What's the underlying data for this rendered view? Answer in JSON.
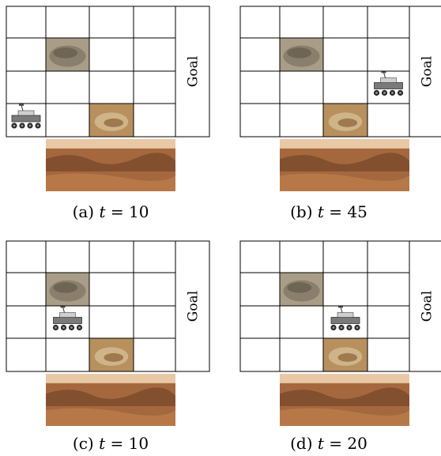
{
  "goal_label": "Goal",
  "panels": [
    {
      "id": "a",
      "caption_prefix": "(a)",
      "t_var": "t",
      "t_eq": "= 10",
      "rocks": [
        {
          "row": 1,
          "col": 1,
          "kind": "boulder"
        },
        {
          "row": 3,
          "col": 2,
          "kind": "crater"
        }
      ],
      "rover": {
        "row": 3,
        "col": 0
      }
    },
    {
      "id": "b",
      "caption_prefix": "(b)",
      "t_var": "t",
      "t_eq": "= 45",
      "rocks": [
        {
          "row": 1,
          "col": 1,
          "kind": "boulder"
        },
        {
          "row": 3,
          "col": 2,
          "kind": "crater"
        }
      ],
      "rover": {
        "row": 2,
        "col": 3
      }
    },
    {
      "id": "c",
      "caption_prefix": "(c)",
      "t_var": "t",
      "t_eq": "= 10",
      "rocks": [
        {
          "row": 1,
          "col": 1,
          "kind": "boulder"
        },
        {
          "row": 3,
          "col": 2,
          "kind": "crater"
        }
      ],
      "rover": {
        "row": 2,
        "col": 1
      }
    },
    {
      "id": "d",
      "caption_prefix": "(d)",
      "t_var": "t",
      "t_eq": "= 20",
      "rocks": [
        {
          "row": 1,
          "col": 1,
          "kind": "boulder"
        },
        {
          "row": 3,
          "col": 2,
          "kind": "crater"
        }
      ],
      "rover": {
        "row": 2,
        "col": 2
      }
    }
  ],
  "colors": {
    "grid_line": "#000000",
    "boulder": "#8a7f6c",
    "crater": "#b8905e",
    "terrain_sky": "#e9c8a6",
    "terrain_ground": "#a5683e",
    "rover_body": "#7a7a7a"
  }
}
